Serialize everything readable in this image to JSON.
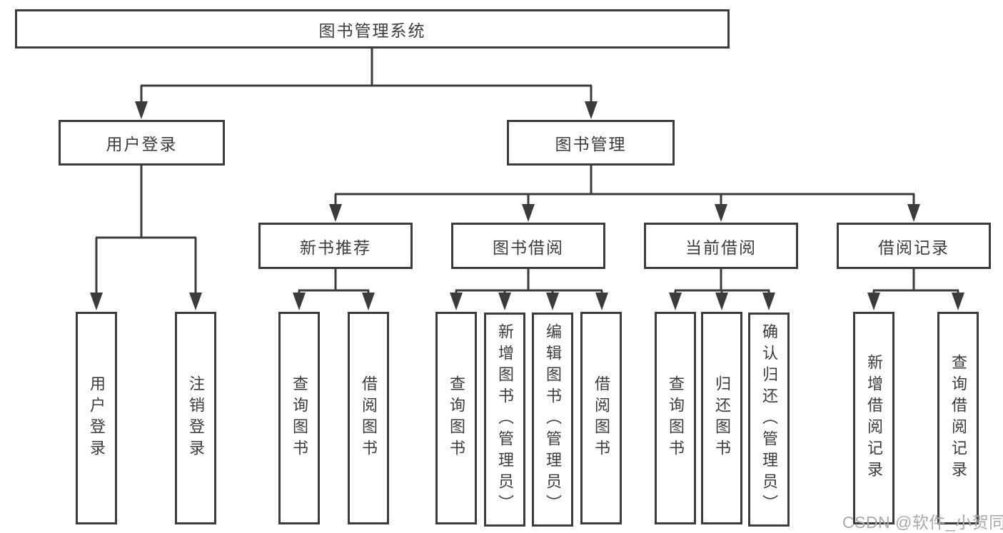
{
  "diagram_type": "hierarchy-tree",
  "colors": {
    "line": "#3b3b3b",
    "text": "#3c3c3c",
    "box_fill": "#ffffff",
    "background": "#ffffff",
    "watermark": "#a6aaad"
  },
  "watermark": "CSDN @软件_小贺同学",
  "tree": {
    "label": "图书管理系统",
    "children": [
      {
        "label": "用户登录",
        "children": [
          {
            "label": "用户登录"
          },
          {
            "label": "注销登录"
          }
        ]
      },
      {
        "label": "图书管理",
        "children": [
          {
            "label": "新书推荐",
            "children": [
              {
                "label": "查询图书"
              },
              {
                "label": "借阅图书"
              }
            ]
          },
          {
            "label": "图书借阅",
            "children": [
              {
                "label": "查询图书"
              },
              {
                "label": "新增图书（管理员）"
              },
              {
                "label": "编辑图书（管理员）"
              },
              {
                "label": "借阅图书"
              }
            ]
          },
          {
            "label": "当前借阅",
            "children": [
              {
                "label": "查询图书"
              },
              {
                "label": "归还图书"
              },
              {
                "label": "确认归还（管理员）"
              }
            ]
          },
          {
            "label": "借阅记录",
            "children": [
              {
                "label": "新增借阅记录"
              },
              {
                "label": "查询借阅记录"
              }
            ]
          }
        ]
      }
    ]
  }
}
